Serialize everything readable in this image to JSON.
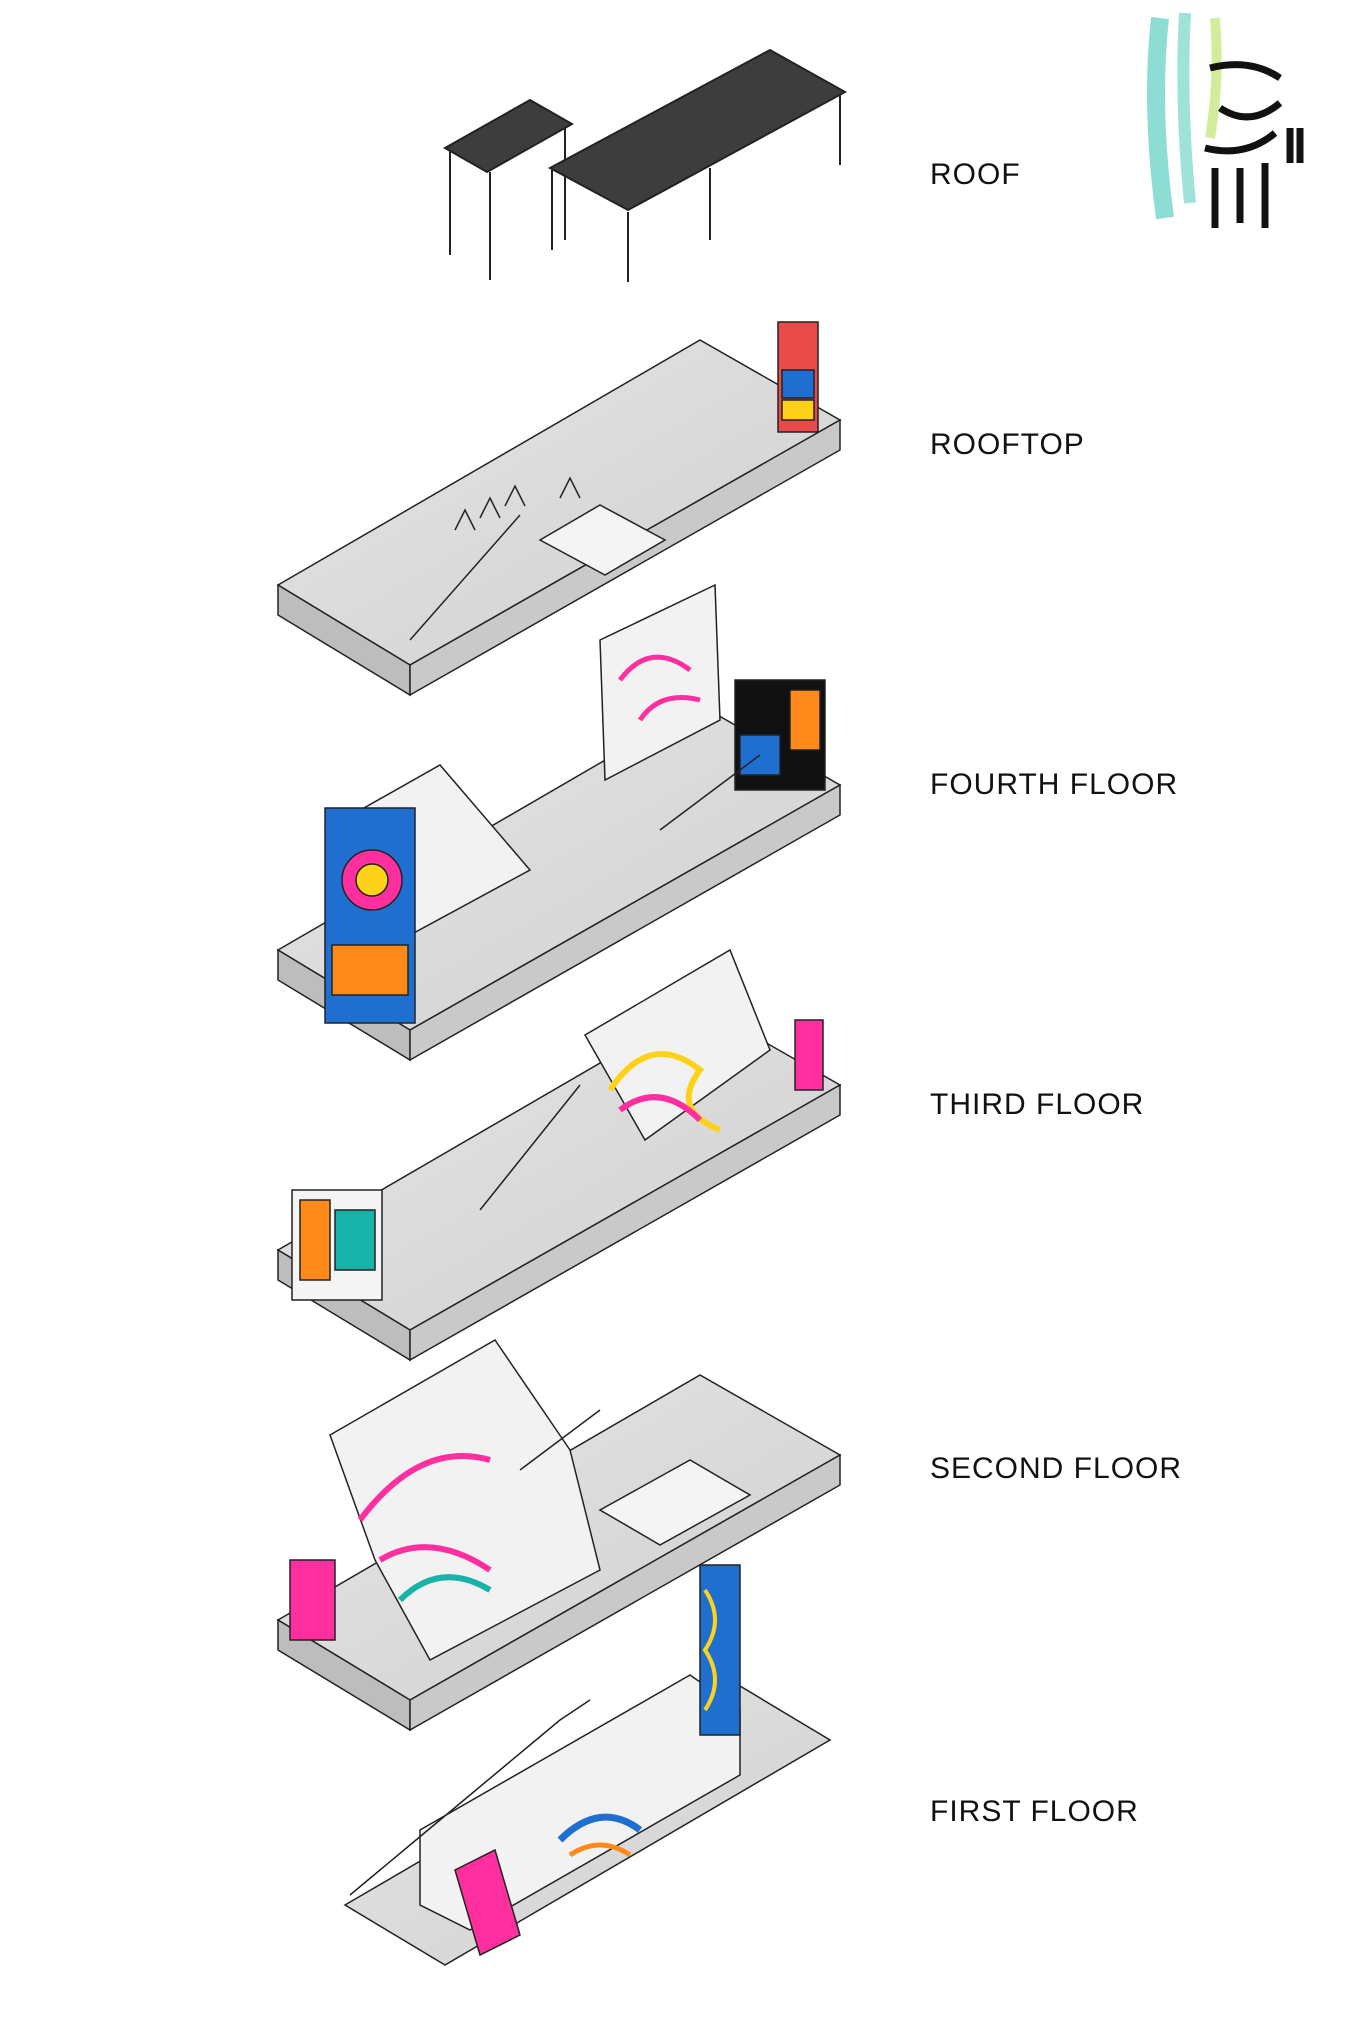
{
  "floors": [
    {
      "label": "ROOF"
    },
    {
      "label": "ROOFTOP"
    },
    {
      "label": "FOURTH FLOOR"
    },
    {
      "label": "THIRD FLOOR"
    },
    {
      "label": "SECOND FLOOR"
    },
    {
      "label": "FIRST FLOOR"
    }
  ],
  "colors": {
    "slab": "#dcdcdc",
    "slab_dark": "#b8b8b8",
    "wall": "#eeeeee",
    "outline": "#222222",
    "roof_panel": "#3d3d3d",
    "art_pink": "#ff2fa0",
    "art_blue": "#1f6fd1",
    "art_orange": "#ff8a1a",
    "art_yellow": "#ffd21a",
    "art_teal": "#18b3a8",
    "art_black": "#111111",
    "logo_teal": "#5ecfc2",
    "logo_green": "#b6e05a"
  },
  "logo": {
    "icon": "brush-logo-icon"
  }
}
